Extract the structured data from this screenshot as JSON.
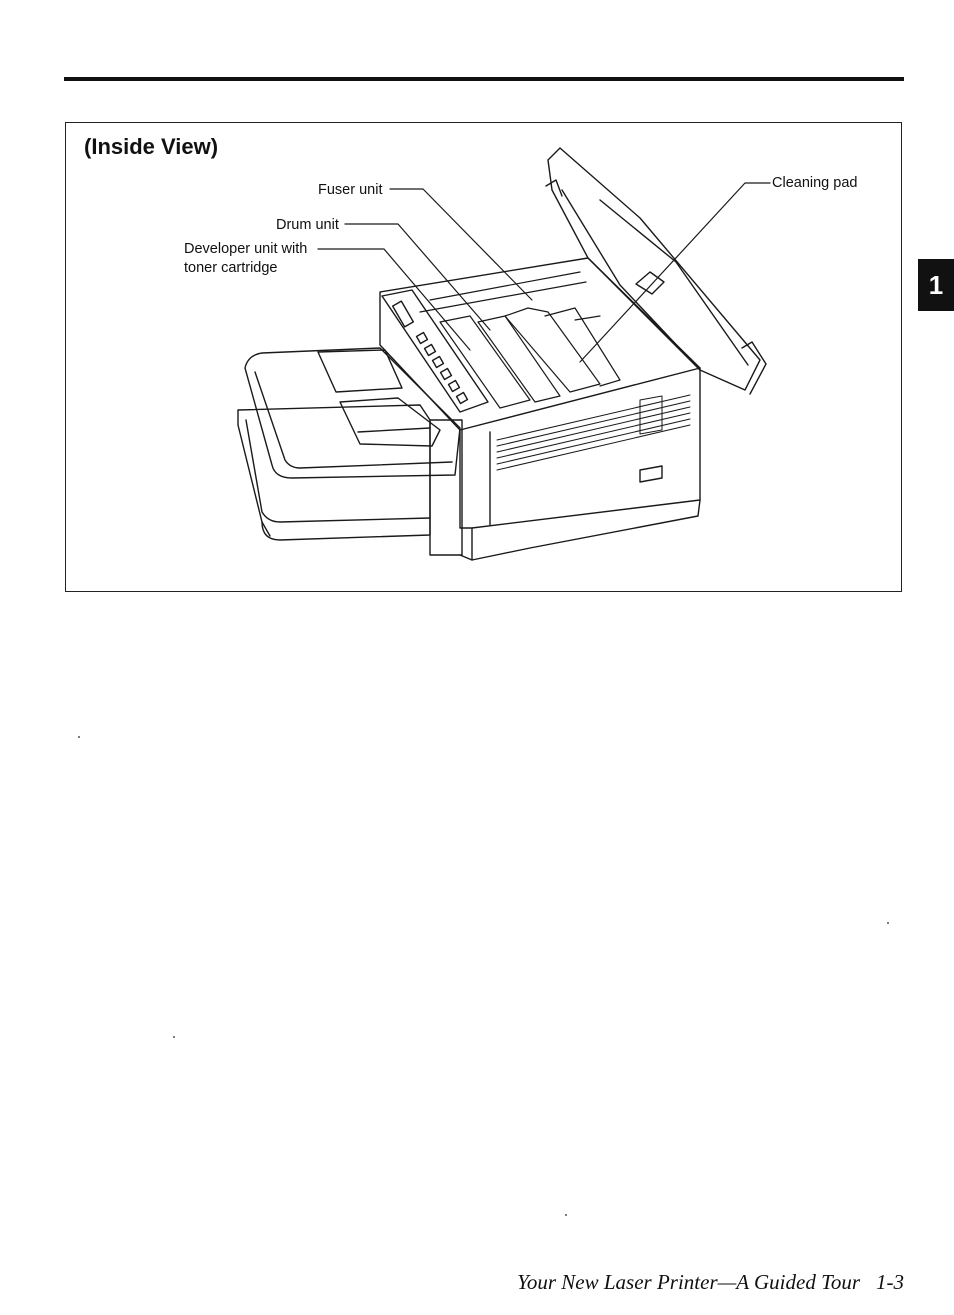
{
  "figure": {
    "title": "(Inside View)",
    "callouts": {
      "fuser": "Fuser unit",
      "drum": "Drum unit",
      "developer_line1": "Developer unit with",
      "developer_line2": "toner cartridge",
      "cleaning_pad": "Cleaning pad"
    }
  },
  "chapter_tab": "1",
  "footer": {
    "title": "Your New Laser Printer—A Guided Tour",
    "page": "1-3"
  }
}
